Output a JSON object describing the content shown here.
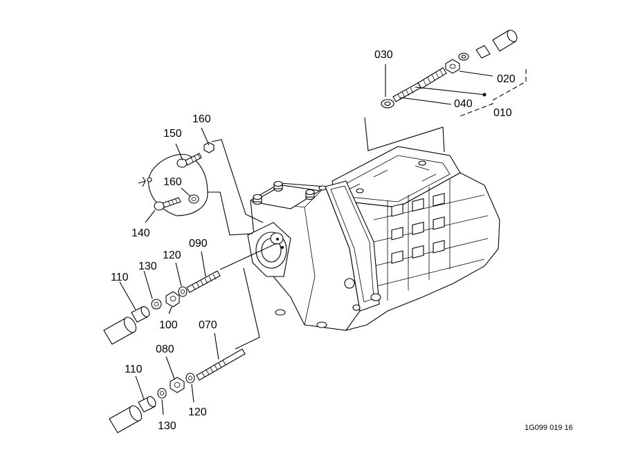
{
  "diagram": {
    "reference_code": "1G099 019 16",
    "callouts": {
      "p010": "010",
      "p020": "020",
      "p030": "030",
      "p040": "040",
      "p070": "070",
      "p080": "080",
      "p090": "090",
      "p100": "100",
      "p110_upper": "110",
      "p110_lower": "110",
      "p120_upper": "120",
      "p120_lower": "120",
      "p130_upper": "130",
      "p130_lower": "130",
      "p140": "140",
      "p150": "150",
      "p160_upper": "160",
      "p160_lower": "160"
    }
  }
}
